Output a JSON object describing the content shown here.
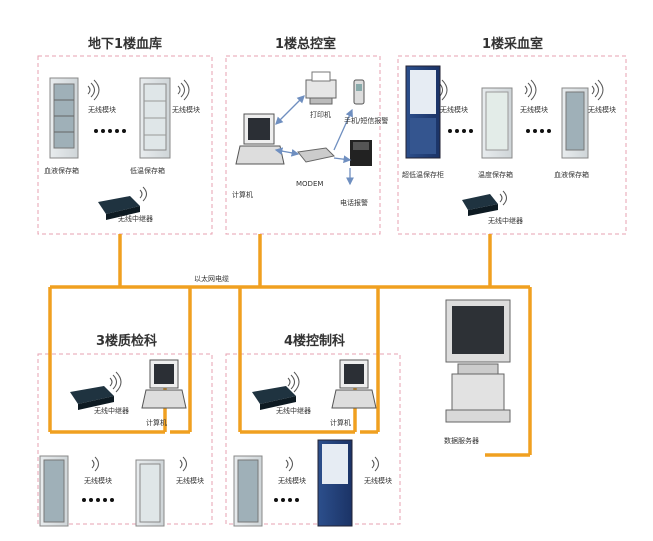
{
  "zones": {
    "blood_bank": {
      "title": "地下1楼血库"
    },
    "control_room": {
      "title": "1楼总控室"
    },
    "collection_room": {
      "title": "1楼采血室"
    },
    "qc_dept": {
      "title": "3楼质检科"
    },
    "control_dept": {
      "title": "4楼控制科"
    }
  },
  "labels": {
    "wireless_module": "无线模块",
    "blood_storage_cabinet": "血液保存箱",
    "low_temp_storage": "低温保存箱",
    "wireless_relay": "无线中继器",
    "printer": "打印机",
    "sms_alarm": "手机/短信报警",
    "computer": "计算机",
    "modem": "MODEM",
    "phone_alarm": "电话报警",
    "ultra_low_freezer": "超低温保存柜",
    "warm_storage": "温度保存箱",
    "ethernet_cable": "以太网电缆",
    "wireless_controller": "无线中继器",
    "data_server": "数据服务器",
    "ellipsis": "• • • • • •"
  },
  "colors": {
    "cable": "#f0a020",
    "zone_border": "#e7a0b0",
    "link_arrow": "#6f8fc0"
  }
}
